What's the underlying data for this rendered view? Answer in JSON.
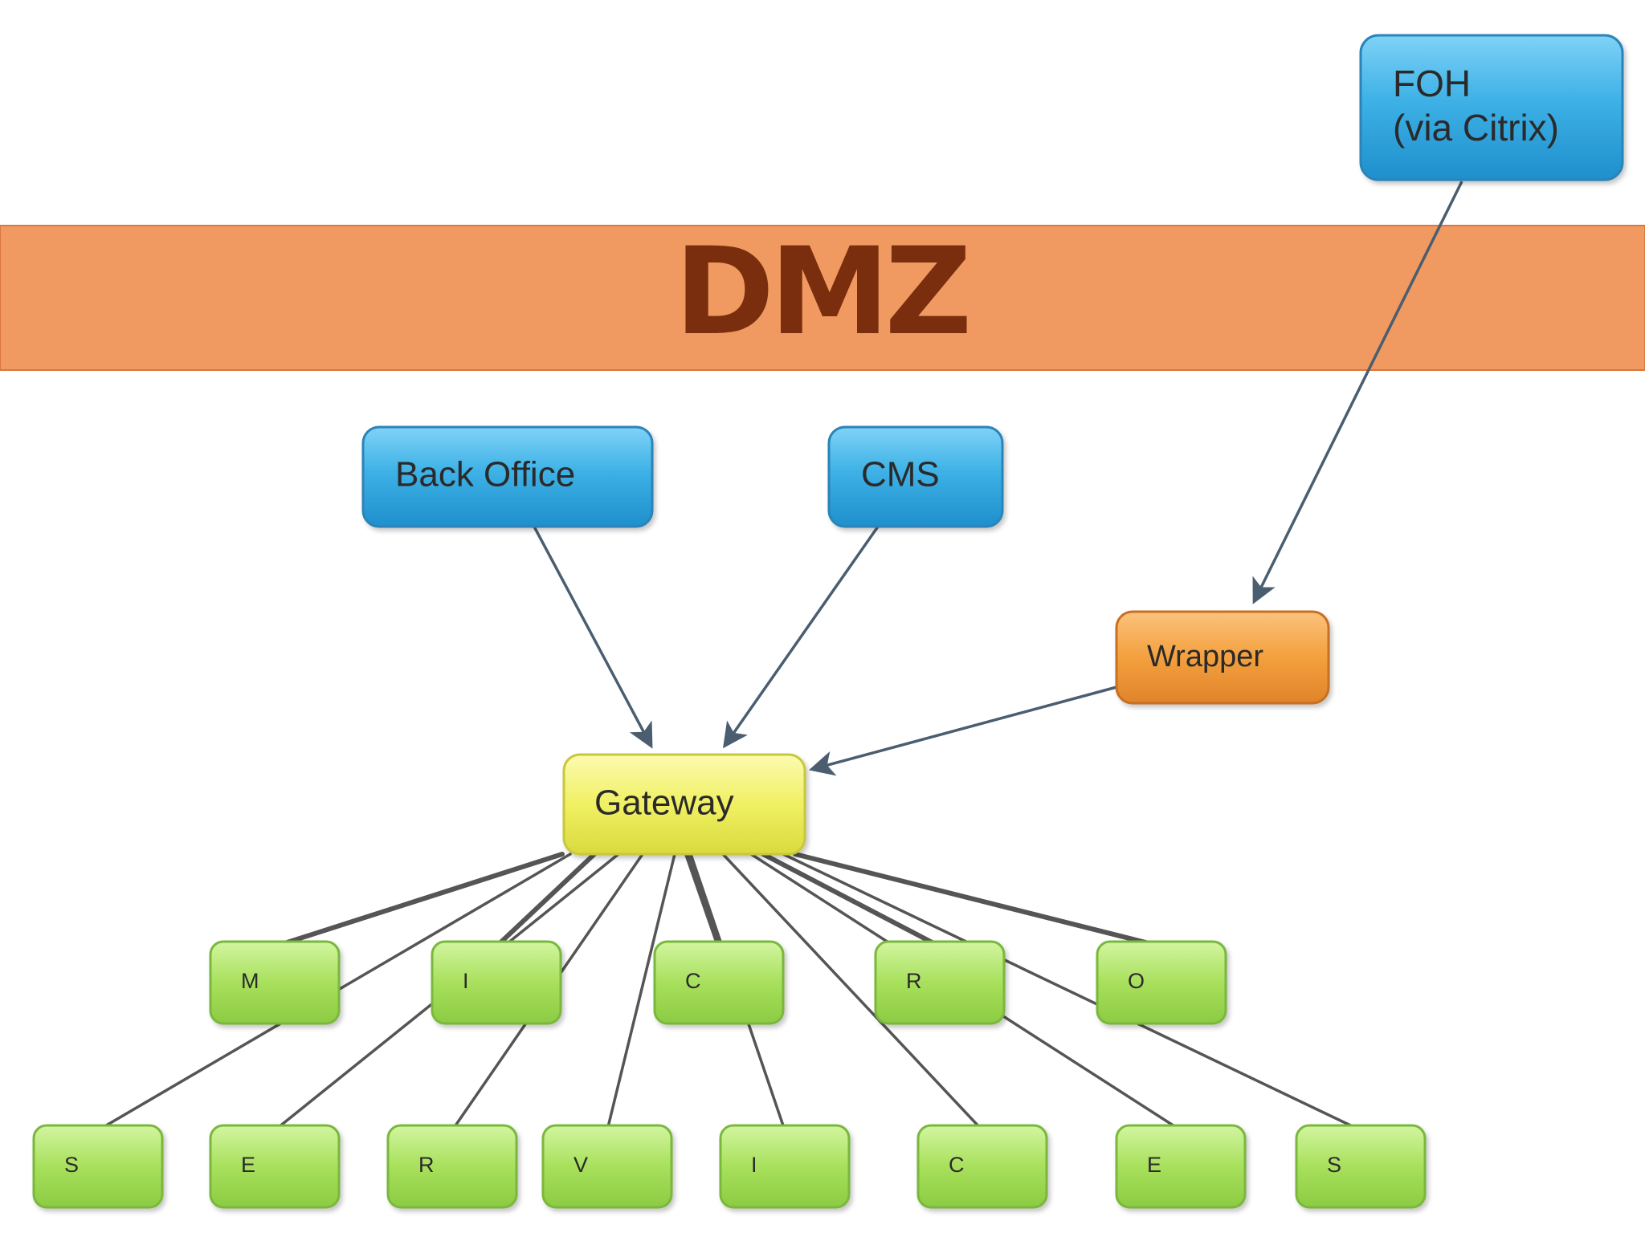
{
  "zone": {
    "label": "DMZ",
    "band_color": "#f09a62",
    "text_color": "#7a2e0e"
  },
  "nodes": {
    "foh": {
      "line1": "FOH",
      "line2": "(via Citrix)"
    },
    "back_office": {
      "label": "Back Office"
    },
    "cms": {
      "label": "CMS"
    },
    "wrapper": {
      "label": "Wrapper"
    },
    "gateway": {
      "label": "Gateway"
    }
  },
  "services": {
    "row1": [
      "M",
      "I",
      "C",
      "R",
      "O"
    ],
    "row2": [
      "S",
      "E",
      "R",
      "V",
      "I",
      "C",
      "E",
      "S"
    ]
  },
  "colors": {
    "client_blue": "#35a6dc",
    "wrapper_orange": "#f29a3a",
    "gateway_yellow": "#ecec58",
    "service_green": "#a4de58",
    "arrow": "#4a5e70",
    "service_link": "#555555"
  }
}
